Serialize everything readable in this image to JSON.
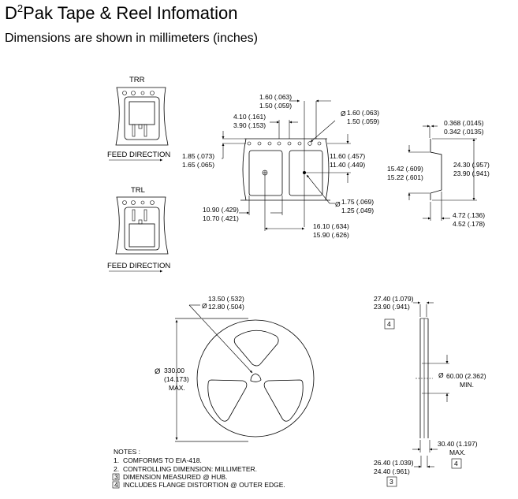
{
  "header": {
    "title_prefix": "D",
    "title_superscript": "2",
    "title_rest": "Pak Tape & Reel Infomation",
    "subtitle": "Dimensions are shown in millimeters (inches)"
  },
  "orientation": {
    "trr_label": "TRR",
    "trl_label": "TRL",
    "feed_direction": "FEED DIRECTION"
  },
  "tape": {
    "pitch_hole_max": "1.60 (.063)",
    "pitch_hole_min": "1.50 (.059)",
    "sprocket_pitch_max": "4.10 (.161)",
    "sprocket_pitch_min": "3.90 (.153)",
    "hole_dia_max": "1.60 (.063)",
    "hole_dia_min": "1.50 (.059)",
    "edge_max": "1.85 (.073)",
    "edge_min": "1.65 (.065)",
    "center_offset_max": "11.60 (.457)",
    "center_offset_min": "11.40 (.449)",
    "pocket_width_max": "10.90 (.429)",
    "pocket_width_min": "10.70 (.421)",
    "pocket_hole_max": "1.75 (.069)",
    "pocket_hole_min": "1.25 (.049)",
    "pocket_pitch_max": "16.10 (.634)",
    "pocket_pitch_min": "15.90 (.626)"
  },
  "profile": {
    "thickness_max": "0.368 (.0145)",
    "thickness_min": "0.342 (.0135)",
    "width_max": "24.30 (.957)",
    "width_min": "23.90 (.941)",
    "pocket_max": "15.42 (.609)",
    "pocket_min": "15.22 (.601)",
    "depth_max": "4.72 (.136)",
    "depth_min": "4.52 (.178)"
  },
  "reel": {
    "hub_hole_max": "13.50 (.532)",
    "hub_hole_min": "12.80 (.504)",
    "diameter": "330.00",
    "diameter_in": "(14.173)",
    "diameter_note": "MAX.",
    "flange_outer_max": "27.40 (1.079)",
    "flange_outer_min": "23.90 (.941)",
    "hub_dia": "60.00 (2.362)",
    "hub_note": "MIN.",
    "width_max": "30.40 (1.197)",
    "width_note": "MAX.",
    "hub_width_max": "26.40 (1.039)",
    "hub_width_min": "24.40 (.961)",
    "ref_4": "4",
    "ref_3": "3",
    "diameter_symbol": "Ø"
  },
  "notes": {
    "heading": "NOTES :",
    "items": [
      {
        "marker": "1.",
        "text": "COMFORMS TO EIA-418."
      },
      {
        "marker": "2.",
        "text": "CONTROLLING DIMENSION: MILLIMETER."
      },
      {
        "marker": "3",
        "text": "DIMENSION MEASURED @ HUB."
      },
      {
        "marker": "4",
        "text": "INCLUDES FLANGE DISTORTION @ OUTER EDGE."
      }
    ]
  }
}
